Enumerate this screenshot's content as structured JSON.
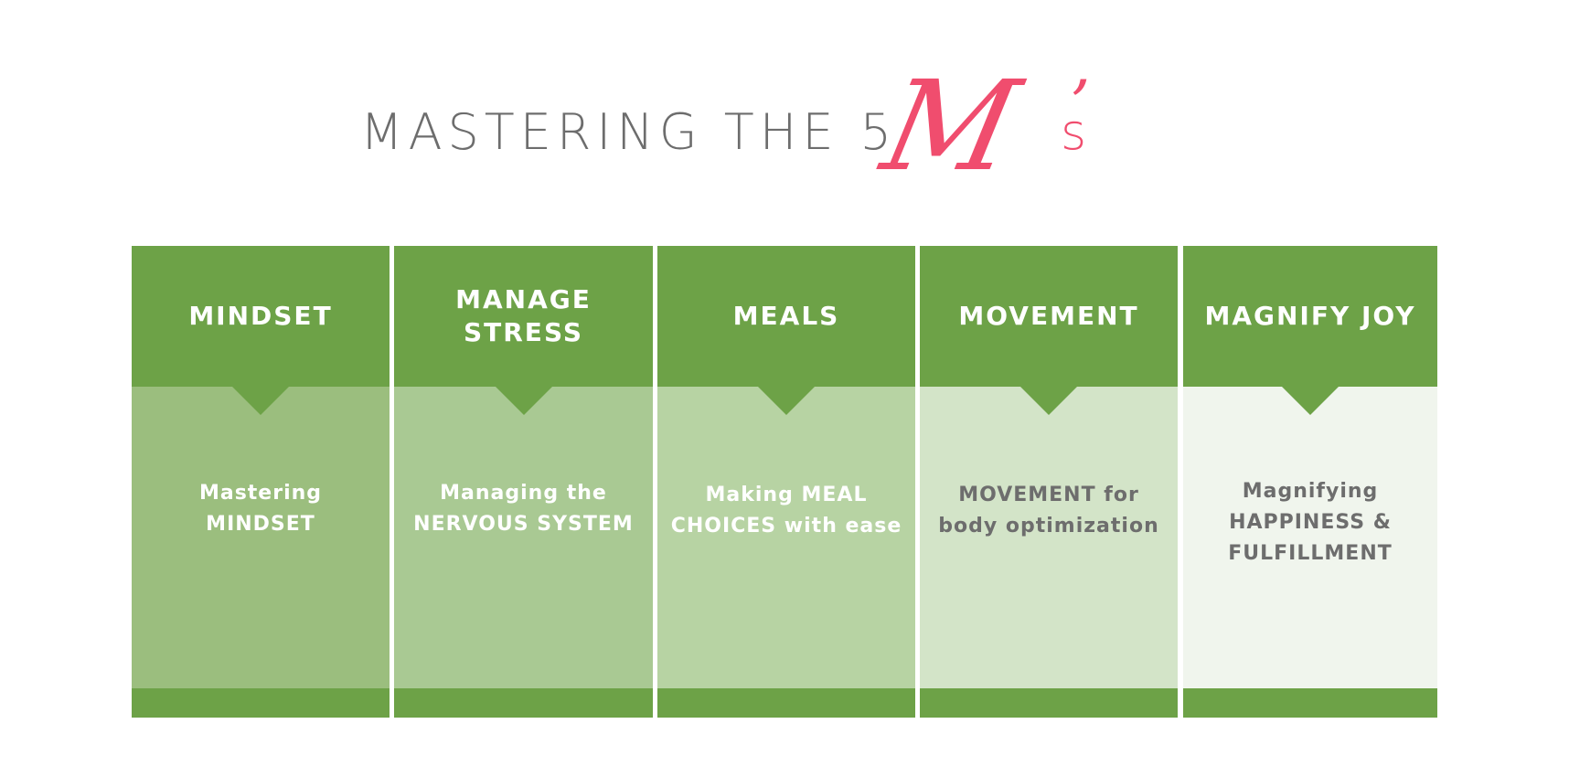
{
  "title": {
    "main": "MASTERING THE 5",
    "m_letter": "M",
    "apostrophe": "’",
    "suffix": "s"
  },
  "colors": {
    "title_gray": "#6d6d6d",
    "accent_pink": "#f04d6e",
    "header_green": "#6da247"
  },
  "columns": [
    {
      "heading": "MINDSET",
      "line1": "Mastering",
      "line2": "MINDSET",
      "line3": "",
      "body_color": "#9bbe7e",
      "text_color": "#ffffff"
    },
    {
      "heading_line1": "MANAGE",
      "heading_line2": "STRESS",
      "line1": "Managing the",
      "line2": "NERVOUS SYSTEM",
      "line3": "",
      "body_color": "#a9c993",
      "text_color": "#ffffff"
    },
    {
      "heading": "MEALS",
      "line1": "Making MEAL",
      "line2": "CHOICES with ease",
      "line3": "",
      "body_color": "#b7d3a3",
      "text_color": "#ffffff"
    },
    {
      "heading": "MOVEMENT",
      "line1": "MOVEMENT for",
      "line2": "body optimization",
      "line3": "",
      "body_color": "#d3e4c8",
      "text_color": "#6d6d6d"
    },
    {
      "heading": "MAGNIFY JOY",
      "line1": "Magnifying",
      "line2": "HAPPINESS &",
      "line3": "FULFILLMENT",
      "body_color": "#f0f5ed",
      "text_color": "#6d6d6d"
    }
  ]
}
